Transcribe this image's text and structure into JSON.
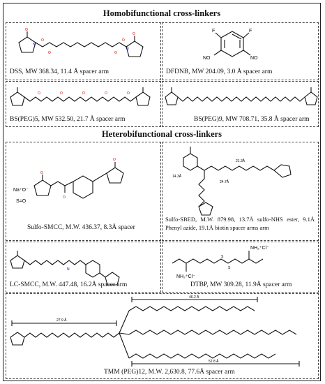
{
  "sections": {
    "homo": "Homobifunctional cross-linkers",
    "hetero": "Heterobifunctional cross-linkers"
  },
  "captions": {
    "dss": "DSS, MW 368.34, 11.4 Å spacer arm",
    "dfdnb": "DFDNB, MW 204.09, 3.0 Å spacer arm",
    "bspeg5": "BS(PEG)5, MW 532.50, 21.7 Å spacer arm",
    "bspeg9": "BS(PEG)9, MW 708.71, 35.8 Å spacer arm",
    "sulfosmcc": "Sulfo-SMCC, M.W. 436.37, 8.3Å spacer",
    "sulfosbed": "Sulfo-SBED, M.W. 879.98, 13.7Å sulfo-NHS ester, 9.1Å Phenyl azide, 19.1Å biotin spacer arms arm",
    "lcsmcc": "LC-SMCC, M.W. 447.48, 16.2Å spacer arm",
    "dtbp": "DTBP, MW 309.28, 11.9Å spacer arm",
    "tmm": "TMM (PEG)12, M.W. 2,630.8, 77.6Å spacer arm"
  },
  "labels": {
    "dfdnb_f1": "F",
    "dfdnb_f2": "F",
    "dfdnb_no2a": "NO",
    "dfdnb_no2b": "NO",
    "na": "Na⁺O⁻",
    "so": "S=O",
    "dtbp_top": "NH₂⁺Cl⁻",
    "dtbp_bot": "NH₂⁺Cl⁻",
    "sbed_213": "21.3Å",
    "sbed_143": "14.3Å",
    "sbed_247": "24.7Å",
    "tmm_279": "27.9 Å",
    "tmm_462": "46.2 Å",
    "tmm_528": "52.8 Å"
  }
}
